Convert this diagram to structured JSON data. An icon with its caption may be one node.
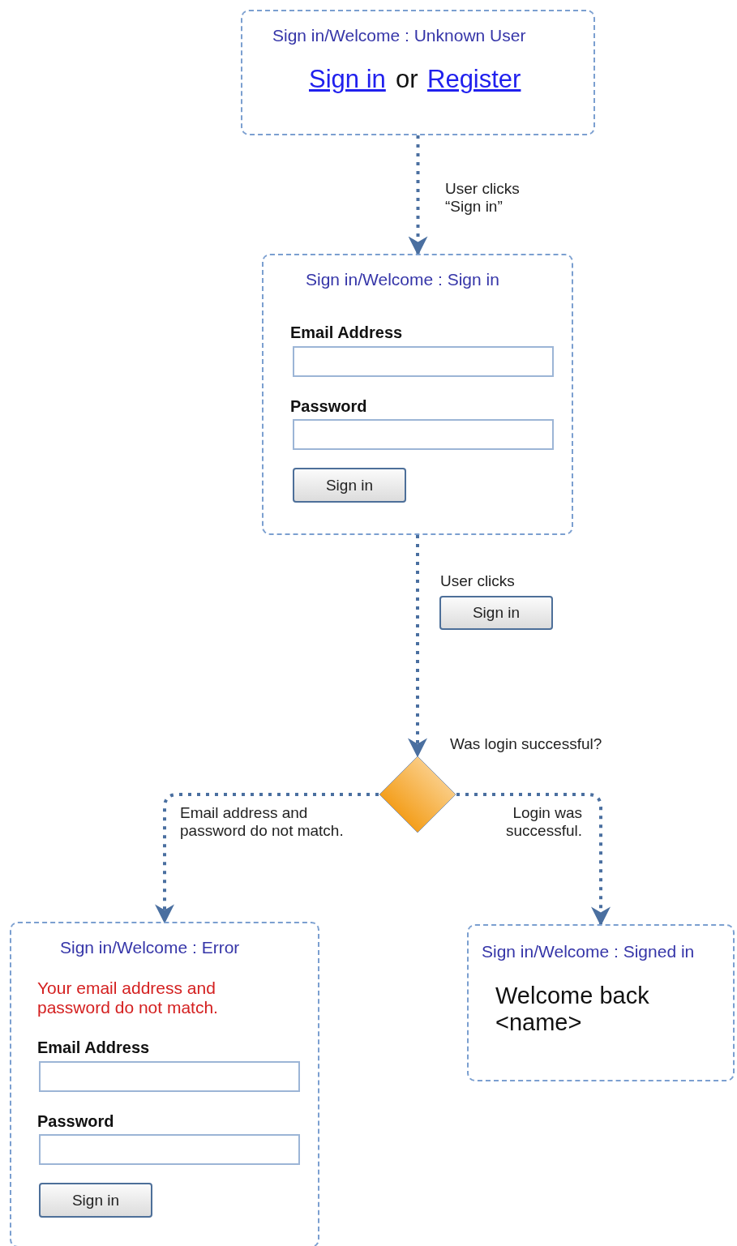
{
  "diagram": {
    "nodes": [
      {
        "text": [
          "Sign in/Welcome : Unknown User",
          "Sign in",
          "or",
          "Register"
        ]
      },
      {
        "text": [
          "Sign in/Welcome : Sign in",
          "Email Address",
          "Password"
        ]
      },
      {
        "text": [
          "Sign in"
        ],
        "in": 1
      },
      {
        "text": [
          "Sign in"
        ]
      },
      {
        "text": [],
        "shape": "diamond",
        "beside": [
          "Was login successful?"
        ]
      },
      {
        "text": [
          "Sign in/Welcome : Error",
          "Your email address and password do not match.",
          "Email Address",
          "Password"
        ]
      },
      {
        "text": [
          "Sign in"
        ],
        "in": 5
      },
      {
        "text": [
          "Sign in/Welcome : Signed in",
          "Welcome back <name>"
        ]
      }
    ],
    "edges": [
      {
        "from": 0,
        "to": 1,
        "arrow": "to",
        "label": "User clicks “Sign in”"
      },
      {
        "from": 1,
        "to": 4,
        "arrow": "to",
        "label": "User clicks"
      },
      {
        "from": 4,
        "to": 5,
        "arrow": "to",
        "label": "Email address and password do not match."
      },
      {
        "from": 4,
        "to": 7,
        "arrow": "to",
        "label": "Login was successful."
      }
    ]
  }
}
